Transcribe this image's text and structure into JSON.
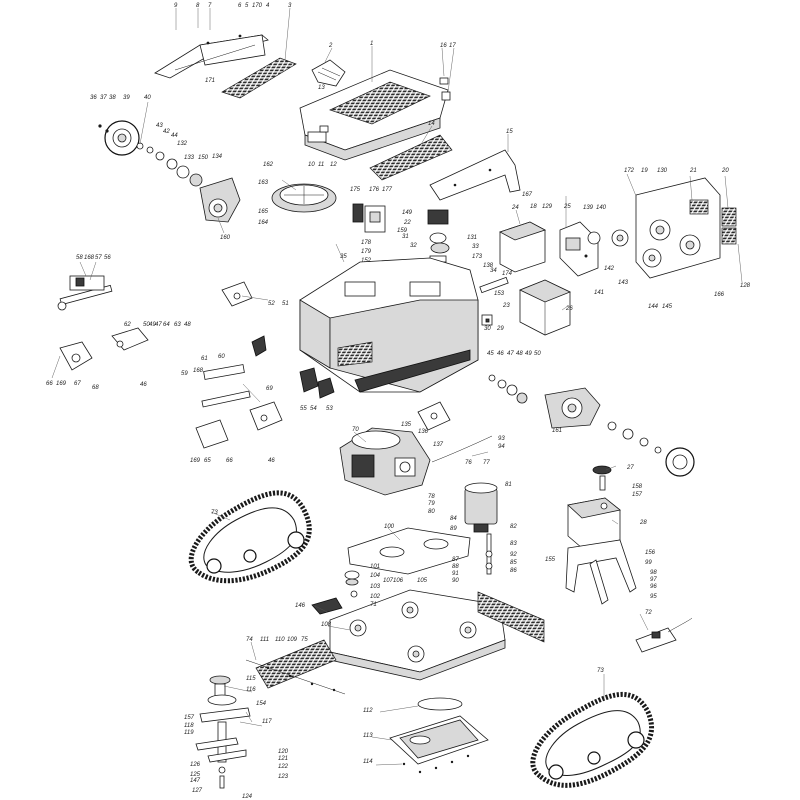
{
  "callouts": [
    {
      "id": "n9",
      "text": "9"
    },
    {
      "id": "n8",
      "text": "8"
    },
    {
      "id": "n7",
      "text": "7"
    },
    {
      "id": "n6",
      "text": "6"
    },
    {
      "id": "n5",
      "text": "5"
    },
    {
      "id": "n170",
      "text": "170"
    },
    {
      "id": "n4",
      "text": "4"
    },
    {
      "id": "n3",
      "text": "3"
    },
    {
      "id": "n171",
      "text": "171"
    },
    {
      "id": "n2",
      "text": "2"
    },
    {
      "id": "n1",
      "text": "1"
    },
    {
      "id": "n13",
      "text": "13"
    },
    {
      "id": "n16",
      "text": "16"
    },
    {
      "id": "n17",
      "text": "17"
    },
    {
      "id": "n36",
      "text": "36"
    },
    {
      "id": "n37",
      "text": "37"
    },
    {
      "id": "n38",
      "text": "38"
    },
    {
      "id": "n39",
      "text": "39"
    },
    {
      "id": "n40",
      "text": "40"
    },
    {
      "id": "n43",
      "text": "43"
    },
    {
      "id": "n42",
      "text": "42"
    },
    {
      "id": "n44",
      "text": "44"
    },
    {
      "id": "n132",
      "text": "132"
    },
    {
      "id": "n133",
      "text": "133"
    },
    {
      "id": "n150",
      "text": "150"
    },
    {
      "id": "n134",
      "text": "134"
    },
    {
      "id": "n160",
      "text": "160"
    },
    {
      "id": "n14",
      "text": "14"
    },
    {
      "id": "n15",
      "text": "15"
    },
    {
      "id": "n162",
      "text": "162"
    },
    {
      "id": "n10",
      "text": "10"
    },
    {
      "id": "n11",
      "text": "11"
    },
    {
      "id": "n12",
      "text": "12"
    },
    {
      "id": "n163",
      "text": "163"
    },
    {
      "id": "n165",
      "text": "165"
    },
    {
      "id": "n164",
      "text": "164"
    },
    {
      "id": "n175",
      "text": "175"
    },
    {
      "id": "n176",
      "text": "176"
    },
    {
      "id": "n177",
      "text": "177"
    },
    {
      "id": "n149",
      "text": "149"
    },
    {
      "id": "n22",
      "text": "22"
    },
    {
      "id": "n159",
      "text": "159"
    },
    {
      "id": "n31",
      "text": "31"
    },
    {
      "id": "n32",
      "text": "32"
    },
    {
      "id": "n33",
      "text": "33"
    },
    {
      "id": "n131",
      "text": "131"
    },
    {
      "id": "n178",
      "text": "178"
    },
    {
      "id": "n179",
      "text": "179"
    },
    {
      "id": "n152",
      "text": "152"
    },
    {
      "id": "n173",
      "text": "173"
    },
    {
      "id": "n34",
      "text": "34"
    },
    {
      "id": "n138",
      "text": "138"
    },
    {
      "id": "n174",
      "text": "174"
    },
    {
      "id": "n153",
      "text": "153"
    },
    {
      "id": "n23",
      "text": "23"
    },
    {
      "id": "n35",
      "text": "35"
    },
    {
      "id": "n167",
      "text": "167"
    },
    {
      "id": "n18",
      "text": "18"
    },
    {
      "id": "n24",
      "text": "24"
    },
    {
      "id": "n129",
      "text": "129"
    },
    {
      "id": "n25",
      "text": "25"
    },
    {
      "id": "n139",
      "text": "139"
    },
    {
      "id": "n140",
      "text": "140"
    },
    {
      "id": "n172",
      "text": "172"
    },
    {
      "id": "n19",
      "text": "19"
    },
    {
      "id": "n130",
      "text": "130"
    },
    {
      "id": "n21",
      "text": "21"
    },
    {
      "id": "n20",
      "text": "20"
    },
    {
      "id": "n142",
      "text": "142"
    },
    {
      "id": "n143",
      "text": "143"
    },
    {
      "id": "n141",
      "text": "141"
    },
    {
      "id": "n144",
      "text": "144"
    },
    {
      "id": "n145",
      "text": "145"
    },
    {
      "id": "n166",
      "text": "166"
    },
    {
      "id": "n128",
      "text": "128"
    },
    {
      "id": "n26",
      "text": "26"
    },
    {
      "id": "n29",
      "text": "29"
    },
    {
      "id": "n30",
      "text": "30"
    },
    {
      "id": "n58",
      "text": "58"
    },
    {
      "id": "n168a",
      "text": "168"
    },
    {
      "id": "n57",
      "text": "57"
    },
    {
      "id": "n56",
      "text": "56"
    },
    {
      "id": "n52",
      "text": "52"
    },
    {
      "id": "n51",
      "text": "51"
    },
    {
      "id": "n62",
      "text": "62"
    },
    {
      "id": "n50",
      "text": "50"
    },
    {
      "id": "n49",
      "text": "49"
    },
    {
      "id": "n47",
      "text": "47"
    },
    {
      "id": "n64",
      "text": "64"
    },
    {
      "id": "n63",
      "text": "63"
    },
    {
      "id": "n48",
      "text": "48"
    },
    {
      "id": "n66",
      "text": "66"
    },
    {
      "id": "n169",
      "text": "169"
    },
    {
      "id": "n67",
      "text": "67"
    },
    {
      "id": "n68",
      "text": "68"
    },
    {
      "id": "n46",
      "text": "46"
    },
    {
      "id": "n61",
      "text": "61"
    },
    {
      "id": "n168b",
      "text": "168"
    },
    {
      "id": "n60",
      "text": "60"
    },
    {
      "id": "n59",
      "text": "59"
    },
    {
      "id": "n55",
      "text": "55"
    },
    {
      "id": "n54",
      "text": "54"
    },
    {
      "id": "n53",
      "text": "53"
    },
    {
      "id": "n45",
      "text": "45"
    },
    {
      "id": "n46b",
      "text": "46"
    },
    {
      "id": "n47b",
      "text": "47"
    },
    {
      "id": "n48b",
      "text": "48"
    },
    {
      "id": "n49b",
      "text": "49"
    },
    {
      "id": "n50b",
      "text": "50"
    },
    {
      "id": "n161",
      "text": "161"
    },
    {
      "id": "n69",
      "text": "69"
    },
    {
      "id": "n169b",
      "text": "169"
    },
    {
      "id": "n65",
      "text": "65"
    },
    {
      "id": "n66b",
      "text": "66"
    },
    {
      "id": "n46c",
      "text": "46"
    },
    {
      "id": "n70",
      "text": "70"
    },
    {
      "id": "n135",
      "text": "135"
    },
    {
      "id": "n136",
      "text": "136"
    },
    {
      "id": "n137",
      "text": "137"
    },
    {
      "id": "n93",
      "text": "93"
    },
    {
      "id": "n94",
      "text": "94"
    },
    {
      "id": "n27",
      "text": "27"
    },
    {
      "id": "n76",
      "text": "76"
    },
    {
      "id": "n77",
      "text": "77"
    },
    {
      "id": "n81",
      "text": "81"
    },
    {
      "id": "n78",
      "text": "78"
    },
    {
      "id": "n79",
      "text": "79"
    },
    {
      "id": "n80",
      "text": "80"
    },
    {
      "id": "n158",
      "text": "158"
    },
    {
      "id": "n157",
      "text": "157"
    },
    {
      "id": "n28",
      "text": "28"
    },
    {
      "id": "n73a",
      "text": "73"
    },
    {
      "id": "n84",
      "text": "84"
    },
    {
      "id": "n89",
      "text": "89"
    },
    {
      "id": "n82",
      "text": "82"
    },
    {
      "id": "n83",
      "text": "83"
    },
    {
      "id": "n100",
      "text": "100"
    },
    {
      "id": "n87",
      "text": "87"
    },
    {
      "id": "n88",
      "text": "88"
    },
    {
      "id": "n91",
      "text": "91"
    },
    {
      "id": "n90",
      "text": "90"
    },
    {
      "id": "n92",
      "text": "92"
    },
    {
      "id": "n85",
      "text": "85"
    },
    {
      "id": "n86",
      "text": "86"
    },
    {
      "id": "n155",
      "text": "155"
    },
    {
      "id": "n156",
      "text": "156"
    },
    {
      "id": "n99",
      "text": "99"
    },
    {
      "id": "n98",
      "text": "98"
    },
    {
      "id": "n97",
      "text": "97"
    },
    {
      "id": "n96",
      "text": "96"
    },
    {
      "id": "n95",
      "text": "95"
    },
    {
      "id": "n101",
      "text": "101"
    },
    {
      "id": "n104",
      "text": "104"
    },
    {
      "id": "n103",
      "text": "103"
    },
    {
      "id": "n102",
      "text": "102"
    },
    {
      "id": "n71",
      "text": "71"
    },
    {
      "id": "n107",
      "text": "107"
    },
    {
      "id": "n106",
      "text": "106"
    },
    {
      "id": "n105",
      "text": "105"
    },
    {
      "id": "n146",
      "text": "146"
    },
    {
      "id": "n72",
      "text": "72"
    },
    {
      "id": "n108",
      "text": "108"
    },
    {
      "id": "n74",
      "text": "74"
    },
    {
      "id": "n111",
      "text": "111"
    },
    {
      "id": "n110",
      "text": "110"
    },
    {
      "id": "n109",
      "text": "109"
    },
    {
      "id": "n75",
      "text": "75"
    },
    {
      "id": "n115",
      "text": "115"
    },
    {
      "id": "n116",
      "text": "116"
    },
    {
      "id": "n154",
      "text": "154"
    },
    {
      "id": "n117",
      "text": "117"
    },
    {
      "id": "n157b",
      "text": "157"
    },
    {
      "id": "n118",
      "text": "118"
    },
    {
      "id": "n119",
      "text": "119"
    },
    {
      "id": "n112",
      "text": "112"
    },
    {
      "id": "n113",
      "text": "113"
    },
    {
      "id": "n73b",
      "text": "73"
    },
    {
      "id": "n120",
      "text": "120"
    },
    {
      "id": "n121",
      "text": "121"
    },
    {
      "id": "n122",
      "text": "122"
    },
    {
      "id": "n126",
      "text": "126"
    },
    {
      "id": "n125",
      "text": "125"
    },
    {
      "id": "n147",
      "text": "147"
    },
    {
      "id": "n123",
      "text": "123"
    },
    {
      "id": "n127",
      "text": "127"
    },
    {
      "id": "n124",
      "text": "124"
    },
    {
      "id": "n114",
      "text": "114"
    }
  ]
}
